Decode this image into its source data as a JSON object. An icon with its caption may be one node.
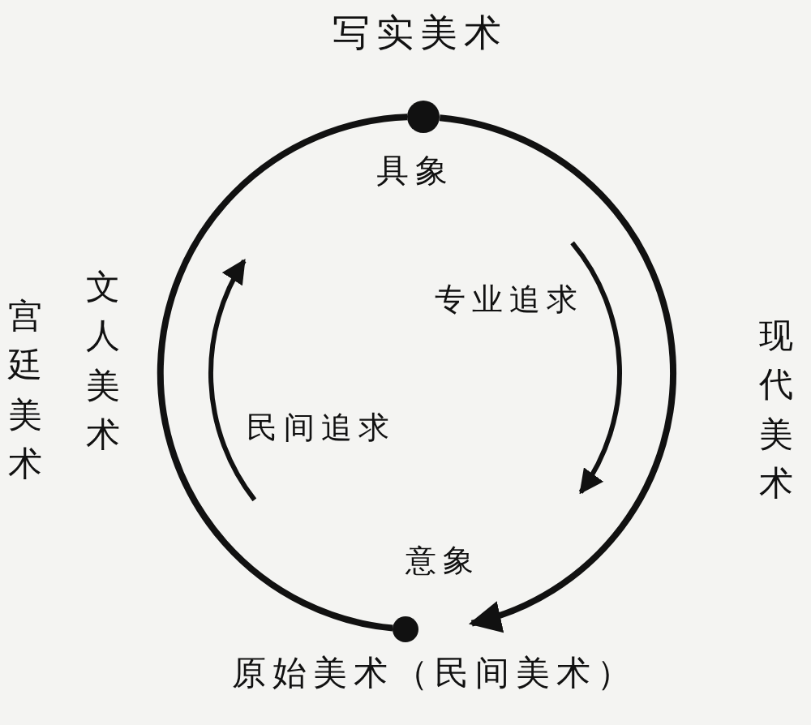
{
  "diagram": {
    "nodes": [
      {
        "text": [],
        "shape": "circle"
      },
      {
        "text": [],
        "shape": "circle"
      }
    ],
    "edges": [
      {
        "from": 0,
        "to": 1,
        "arrow": "to"
      },
      {
        "from": 1,
        "to": 0,
        "arrow": "none"
      }
    ],
    "labels": [
      "写实美术",
      "具象",
      "宫廷美术",
      "文人美术",
      "专业追求",
      "现代美术",
      "民间追求",
      "意象",
      "原始美术（民间美术）"
    ]
  }
}
